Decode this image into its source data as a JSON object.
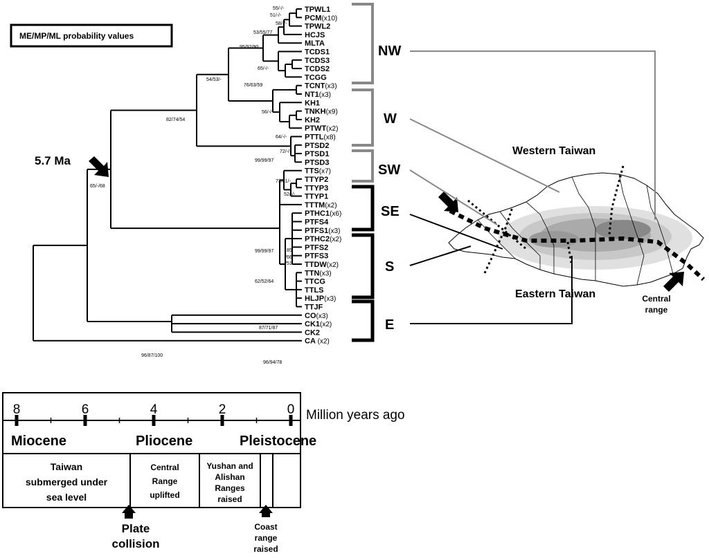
{
  "legend": {
    "label": "ME/MP/ML probability values"
  },
  "divergence": {
    "label": "5.7 Ma"
  },
  "taxa": [
    {
      "name": "TPWL1",
      "count": ""
    },
    {
      "name": "PCM",
      "count": "(x10)"
    },
    {
      "name": "TPWL2",
      "count": ""
    },
    {
      "name": "HCJS",
      "count": ""
    },
    {
      "name": "MLTA",
      "count": ""
    },
    {
      "name": "TCDS1",
      "count": ""
    },
    {
      "name": "TCDS3",
      "count": ""
    },
    {
      "name": "TCDS2",
      "count": ""
    },
    {
      "name": "TCGG",
      "count": ""
    },
    {
      "name": "TCNT",
      "count": "(x3)"
    },
    {
      "name": "NT1",
      "count": "(x3)"
    },
    {
      "name": "KH1",
      "count": ""
    },
    {
      "name": "TNKH",
      "count": "(x9)"
    },
    {
      "name": "KH2",
      "count": ""
    },
    {
      "name": "PTWT",
      "count": "(x2)"
    },
    {
      "name": "PTTL",
      "count": "(x8)"
    },
    {
      "name": "PTSD2",
      "count": ""
    },
    {
      "name": "PTSD1",
      "count": ""
    },
    {
      "name": "PTSD3",
      "count": ""
    },
    {
      "name": "TTS",
      "count": "(x7)"
    },
    {
      "name": "TTYP2",
      "count": ""
    },
    {
      "name": "TTYP3",
      "count": ""
    },
    {
      "name": "TTYP1",
      "count": ""
    },
    {
      "name": "TTTM",
      "count": "(x2)"
    },
    {
      "name": "PTHC1",
      "count": "(x6)"
    },
    {
      "name": "PTFS4",
      "count": ""
    },
    {
      "name": "PTFS1",
      "count": "(x3)"
    },
    {
      "name": "PTHC2",
      "count": "(x2)"
    },
    {
      "name": "PTFS2",
      "count": ""
    },
    {
      "name": "PTFS3",
      "count": ""
    },
    {
      "name": "TTDW",
      "count": "(x2)"
    },
    {
      "name": "TTN",
      "count": "(x3)"
    },
    {
      "name": "TTCG",
      "count": ""
    },
    {
      "name": "TTLS",
      "count": ""
    },
    {
      "name": "HLJP",
      "count": "(x3)"
    },
    {
      "name": "TTJF",
      "count": ""
    },
    {
      "name": "CO",
      "count": "(x3)"
    },
    {
      "name": "CK1",
      "count": "(x2)"
    },
    {
      "name": "CK2",
      "count": ""
    },
    {
      "name": "CA",
      "count": " (x2)"
    }
  ],
  "support_values": [
    "55/-/-",
    "51/-/-",
    "58/-/-",
    "53/55/77",
    "95/92/90",
    "65/-/-",
    "76/63/59",
    "54/53/-",
    "56/-/-",
    "64/-/-",
    "82/74/54",
    "72/-/-",
    "99/99/97",
    "73/61/-",
    "65/-/68",
    "52/-/-",
    "99/99/97",
    "85",
    "/66",
    "/51",
    "62/52/64",
    "87/71/87",
    "96/87/100",
    "96/94/78"
  ],
  "regions": [
    "NW",
    "W",
    "SW",
    "SE",
    "S",
    "E"
  ],
  "map": {
    "western_label": "Western  Taiwan",
    "eastern_label": "Eastern  Taiwan",
    "central_range_line1": "Central",
    "central_range_line2": "range"
  },
  "timescale": {
    "ticks": [
      "8",
      "6",
      "4",
      "2",
      "0"
    ],
    "unit_label": "Million years ago",
    "epochs": [
      "Miocene",
      "Pliocene",
      "Pleistocene"
    ],
    "events": {
      "submerged": [
        "Taiwan",
        "submerged under",
        "sea level"
      ],
      "central_uplift": [
        "Central",
        "Range",
        "uplifted"
      ],
      "yushan": [
        "Yushan and",
        "Alishan",
        "Ranges",
        "raised"
      ],
      "plate": [
        "Plate",
        "collision"
      ],
      "coast": [
        "Coast",
        "range",
        "raised"
      ]
    }
  }
}
